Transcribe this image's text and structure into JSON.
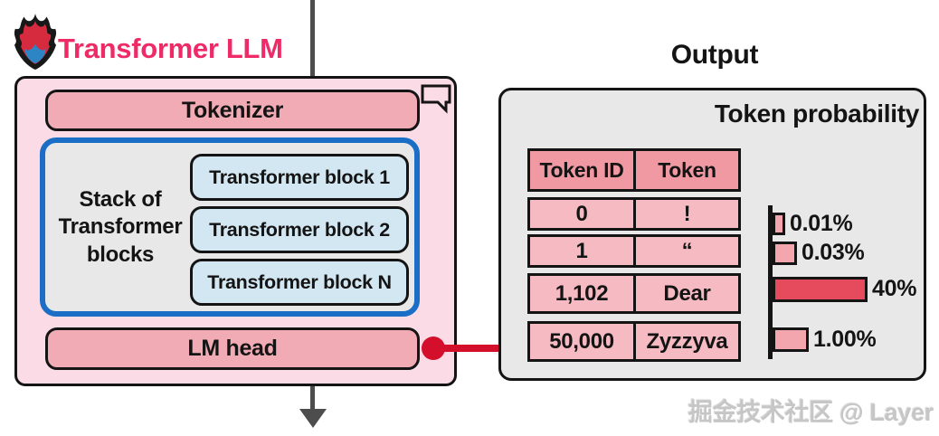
{
  "header": {
    "title": "Transformer LLM",
    "title_color": "#ee2b67"
  },
  "pipeline": {
    "tokenizer_label": "Tokenizer",
    "stack_label_lines": [
      "Stack of",
      "Transformer",
      "blocks"
    ],
    "blocks": [
      "Transformer block 1",
      "Transformer block 2",
      "Transformer block N"
    ],
    "lm_head_label": "LM head"
  },
  "output": {
    "title": "Output",
    "panel_title": "Token probability",
    "table": {
      "headers": [
        "Token ID",
        "Token"
      ],
      "rows": [
        {
          "id": "0",
          "token": "!"
        },
        {
          "id": "1",
          "token": "“"
        },
        {
          "id": "1,102",
          "token": "Dear"
        },
        {
          "id": "50,000",
          "token": "Zyzzyva"
        }
      ]
    },
    "bars": [
      {
        "label": "0.01%",
        "value": 0.01
      },
      {
        "label": "0.03%",
        "value": 0.03
      },
      {
        "label": "40%",
        "value": 40
      },
      {
        "label": "1.00%",
        "value": 1.0
      }
    ]
  },
  "chart_data": {
    "type": "bar",
    "orientation": "horizontal",
    "title": "Token probability",
    "categories": [
      "!",
      "“",
      "Dear",
      "Zyzzyva"
    ],
    "category_ids": [
      "0",
      "1",
      "1,102",
      "50,000"
    ],
    "values": [
      0.01,
      0.03,
      40,
      1.0
    ],
    "value_labels": [
      "0.01%",
      "0.03%",
      "40%",
      "1.00%"
    ],
    "bar_colors": [
      "#f3a6ae",
      "#f3a6ae",
      "#e54b5d",
      "#f3a6ae"
    ],
    "legend": false,
    "grid": false
  },
  "colors": {
    "title_pink": "#ee2b67",
    "outer_box_fill": "#fbdce6",
    "pill_fill": "#f1abb4",
    "stack_border_blue": "#1a6ec5",
    "panel_gray": "#e9e8e8",
    "block_blue": "#d3e7f2",
    "table_header_fill": "#f099a2",
    "table_row_fill": "#f6bbc2",
    "bar_light": "#f3a6ae",
    "bar_dark": "#e54b5d",
    "connector_red": "#d30f2b",
    "arrow_gray": "#4d4d4d"
  },
  "watermark": "掘金技术社区 @ Layer"
}
